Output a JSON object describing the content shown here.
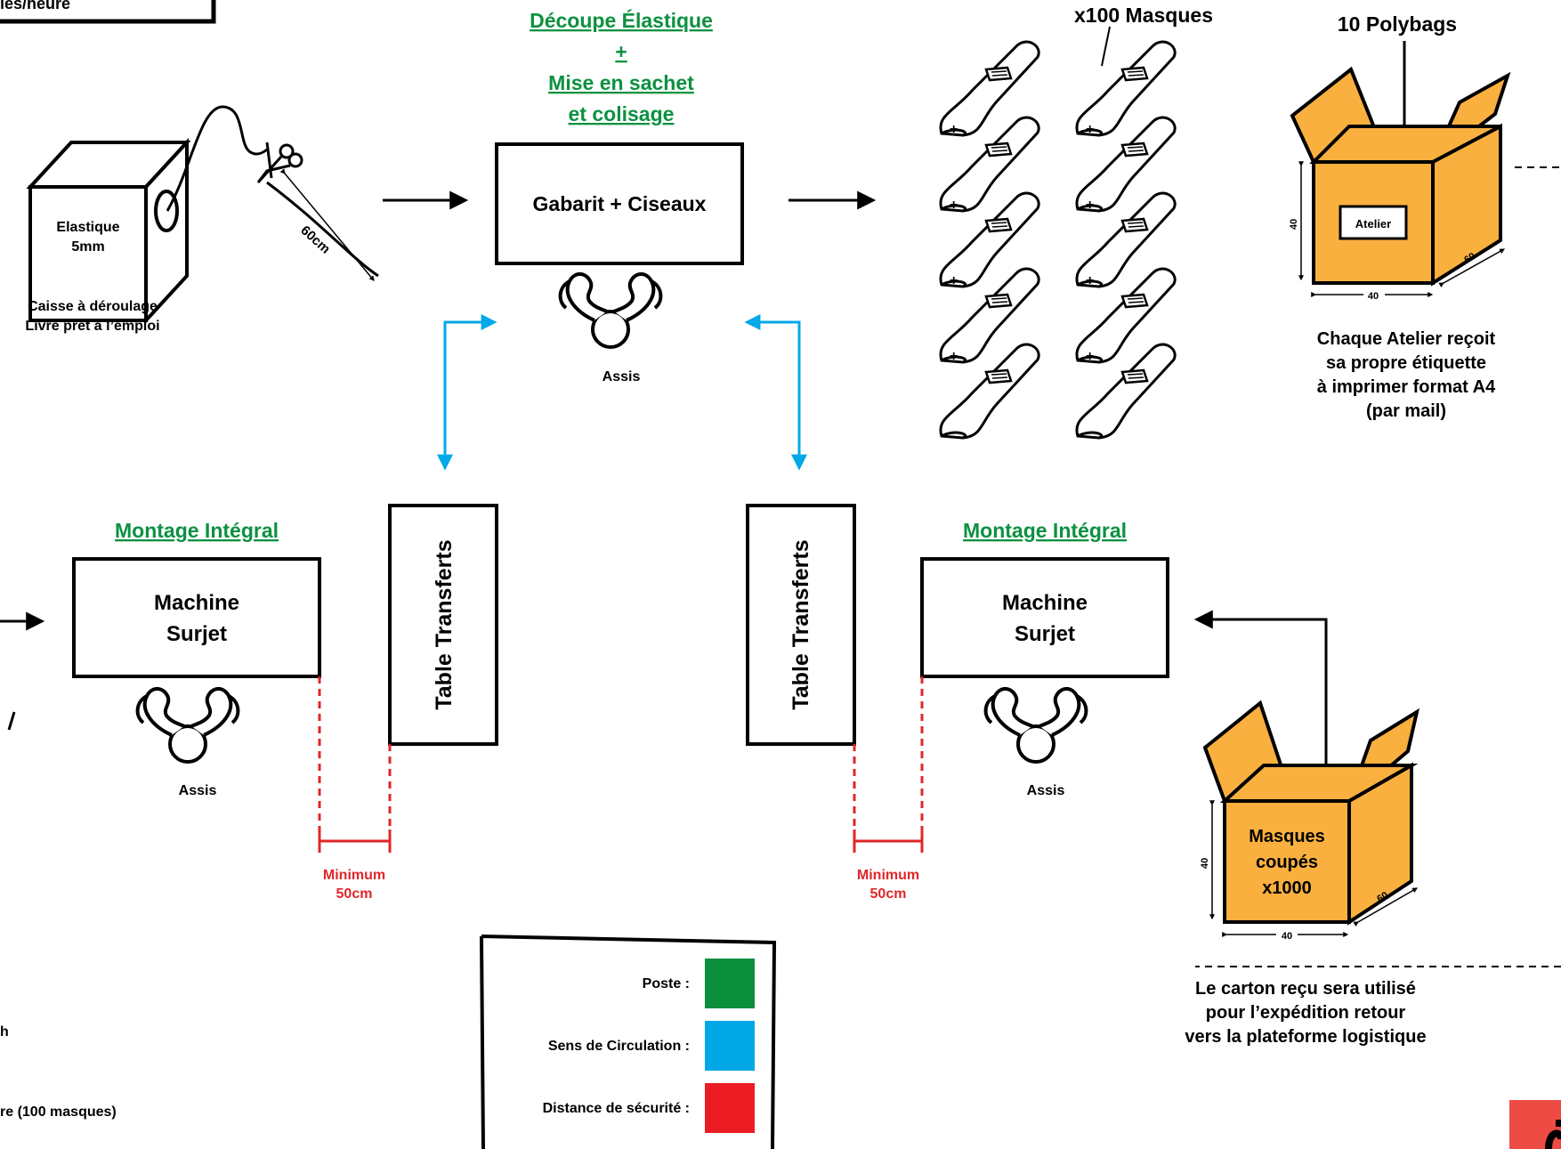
{
  "colors": {
    "poste": "#0a8f3d",
    "circulation": "#00a8e8",
    "distance": "#ec1c24",
    "carton": "#f9b03f",
    "red_corner": "#ef4b45"
  },
  "top_left_fragment": "les/heure",
  "elastic": {
    "box_label_1": "Elastique",
    "box_label_2": "5mm",
    "caption_1": "Caisse à déroulage",
    "caption_2": "Livré prêt à l’emploi",
    "length": "60cm"
  },
  "decoupe": {
    "title_1": "Découpe Élastique",
    "title_2": "+",
    "title_3": "Mise en sachet",
    "title_4": "et colisage",
    "table_label": "Gabarit + Ciseaux",
    "seat": "Assis"
  },
  "masques": {
    "title": "x100 Masques",
    "plus": "+"
  },
  "polybags": {
    "title": "10 Polybags",
    "box_label": "Atelier",
    "dim_h": "40",
    "dim_w": "40",
    "dim_d": "60",
    "caption_1": "Chaque Atelier reçoit",
    "caption_2": "sa propre étiquette",
    "caption_3": "à imprimer format A4",
    "caption_4": "(par mail)"
  },
  "montage_left": {
    "title": "Montage Intégral",
    "machine_1": "Machine",
    "machine_2": "Surjet",
    "seat": "Assis"
  },
  "montage_right": {
    "title": "Montage Intégral",
    "machine_1": "Machine",
    "machine_2": "Surjet",
    "seat": "Assis"
  },
  "transfer_tables": {
    "left": "Table Transferts",
    "right": "Table Transferts"
  },
  "distance_left": {
    "line_1": "Minimum",
    "line_2": "50cm"
  },
  "distance_right": {
    "line_1": "Minimum",
    "line_2": "50cm"
  },
  "carton_coupes": {
    "label_1": "Masques",
    "label_2": "coupés",
    "label_3": "x1000",
    "dim_h": "40",
    "dim_w": "40",
    "dim_d": "60",
    "caption_1": "Le carton reçu sera utilisé",
    "caption_2": "pour l’expédition retour",
    "caption_3": "vers la plateforme logistique"
  },
  "legend": {
    "poste": "Poste :",
    "circulation": "Sens de Circulation :",
    "distance": "Distance de sécurité :"
  },
  "left_fragments": {
    "h": "h",
    "masques": "re (100 masques)"
  }
}
